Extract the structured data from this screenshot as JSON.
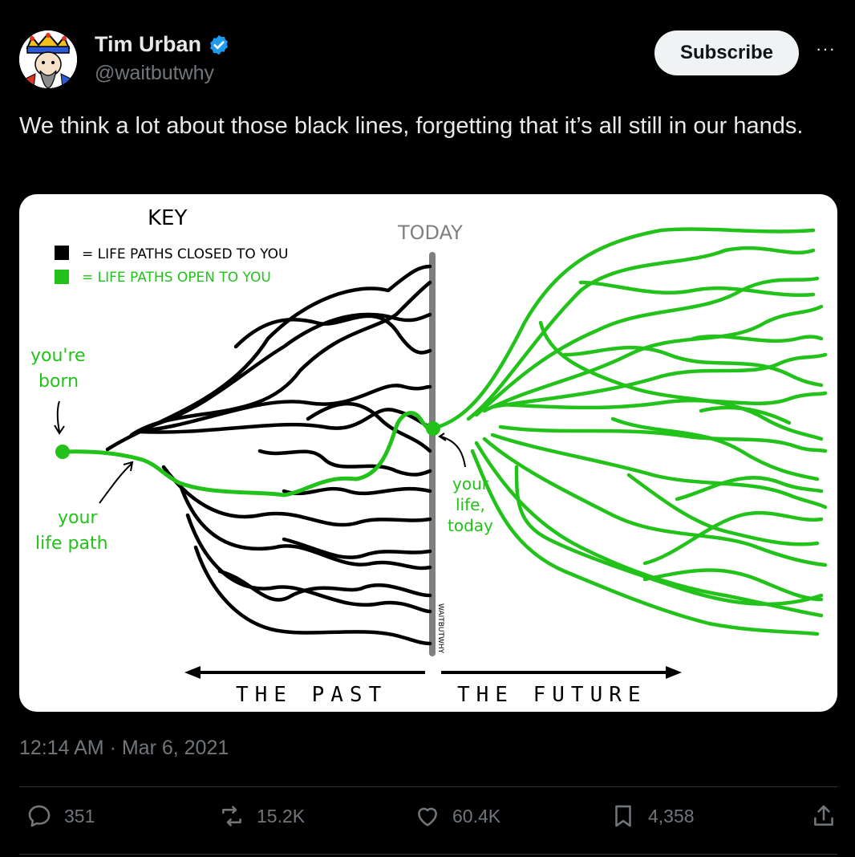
{
  "author": {
    "display_name": "Tim Urban",
    "handle": "@waitbutwhy",
    "verified_icon": "verified-badge-icon",
    "avatar_icon": "king-card-avatar"
  },
  "header": {
    "subscribe_label": "Subscribe",
    "more_label": "···"
  },
  "tweet": {
    "text": "We think a lot about those black lines, forgetting that it’s all still in our hands.",
    "timestamp": "12:14 AM · Mar 6, 2021"
  },
  "image": {
    "key_title": "KEY",
    "key_closed": "= LIFE PATHS CLOSED TO YOU",
    "key_open": "= LIFE PATHS OPEN TO YOU",
    "today_label": "TODAY",
    "born_label_1": "you're",
    "born_label_2": "born",
    "life_path_1": "your",
    "life_path_2": "life path",
    "today_life_1": "your",
    "today_life_2": "life,",
    "today_life_3": "today",
    "past_label": "THE PAST",
    "future_label": "THE FUTURE",
    "watermark": "WAITBUTWHY",
    "colors": {
      "closed": "#000000",
      "open": "#22c21a",
      "today_line": "#7f7f7f"
    }
  },
  "actions": {
    "replies": "351",
    "reposts": "15.2K",
    "likes": "60.4K",
    "bookmarks": "4,358",
    "icons": [
      "reply-icon",
      "repost-icon",
      "like-icon",
      "bookmark-icon",
      "share-icon"
    ]
  },
  "colors": {
    "background": "#000000",
    "text": "#e7e9ea",
    "muted": "#71767b",
    "verified": "#1d9bf0"
  }
}
